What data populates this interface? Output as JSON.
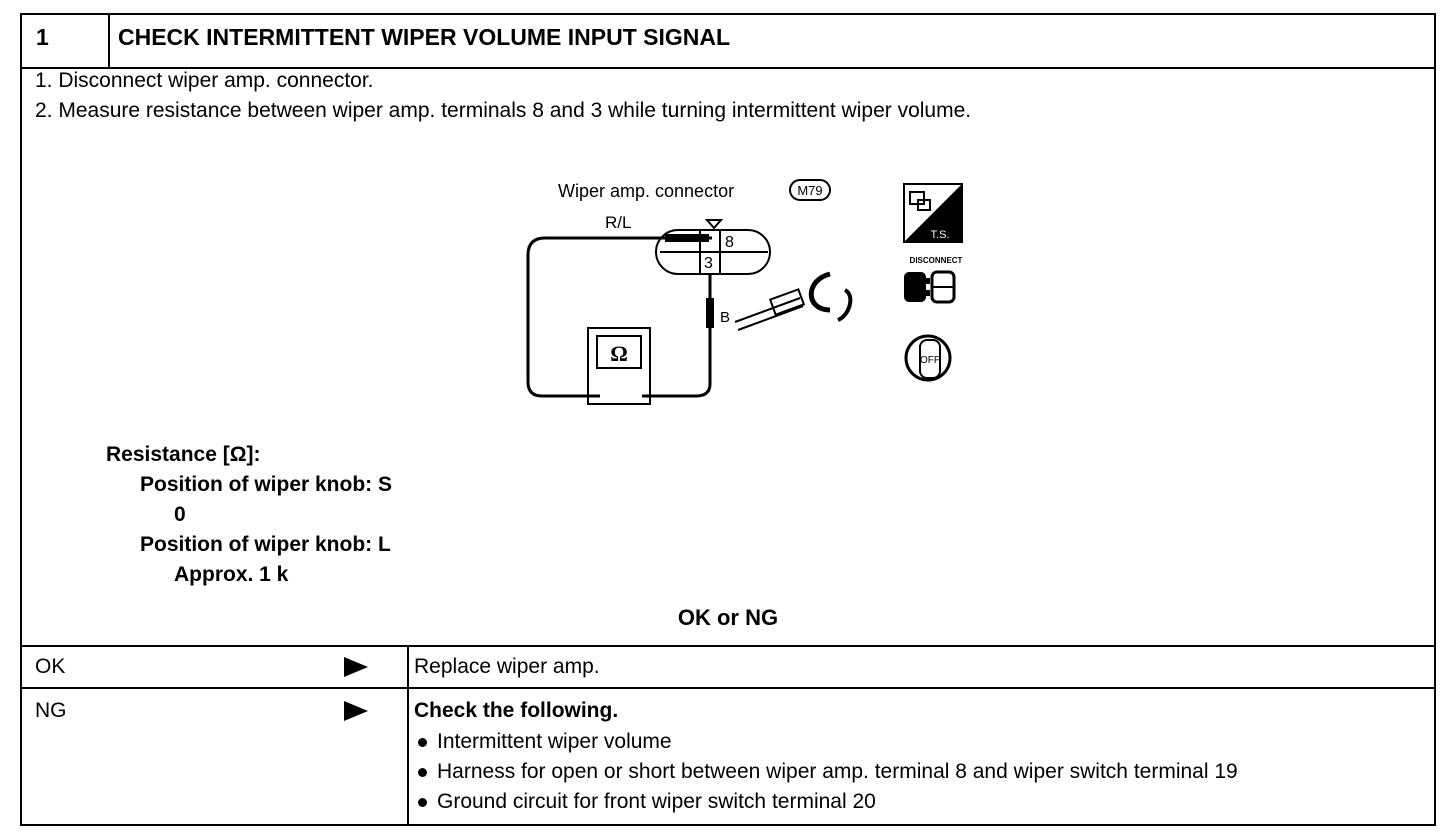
{
  "step": {
    "number": "1",
    "title": "CHECK INTERMITTENT WIPER VOLUME INPUT SIGNAL"
  },
  "instructions": [
    "1.  Disconnect wiper amp. connector.",
    "2.  Measure resistance between wiper amp. terminals 8 and 3 while turning intermittent wiper volume."
  ],
  "diagram": {
    "connector_label": "Wiper amp. connector",
    "connector_code": "M79",
    "wire_top": "R/L",
    "wire_bottom": "B",
    "terminal_top": "8",
    "terminal_bottom": "3",
    "meter_symbol": "Ω",
    "icon_ts_text": "T.S.",
    "icon_disconnect_text": "DISCONNECT",
    "icon_off_text": "OFF"
  },
  "spec": {
    "heading": "Resistance [Ω]:",
    "pos_s_label": "Position of wiper knob: S",
    "pos_s_value": "0",
    "pos_l_label": "Position of wiper knob: L",
    "pos_l_value": "Approx. 1 k"
  },
  "result_heading": "OK or NG",
  "results": {
    "ok": {
      "condition": "OK",
      "action": "Replace wiper amp."
    },
    "ng": {
      "condition": "NG",
      "action_title": "Check the following.",
      "items": [
        "Intermittent wiper volume",
        "Harness for open or short between wiper amp. terminal 8 and wiper switch terminal 19",
        "Ground circuit for front wiper switch terminal 20"
      ]
    }
  }
}
